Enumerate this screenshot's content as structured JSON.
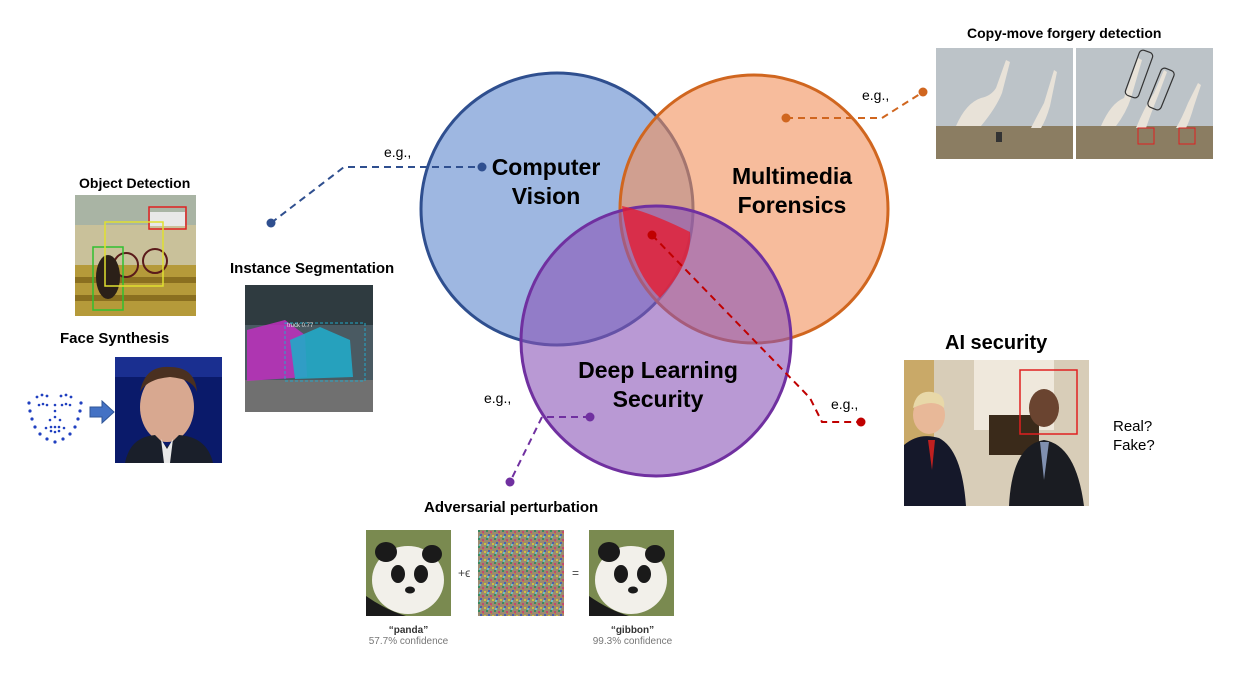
{
  "colors": {
    "computer_vision": "#4f7cc8",
    "multimedia_forensics": "#f2905a",
    "deep_learning_security": "#8a55b8",
    "cv_border": "#2f4f8f",
    "mf_border": "#d0661f",
    "dls_border": "#7030a0",
    "ai_security_line": "#c00000"
  },
  "venn": {
    "computer_vision": [
      "Computer",
      "Vision"
    ],
    "multimedia_forensics": [
      "Multimedia",
      "Forensics"
    ],
    "deep_learning_security": [
      "Deep Learning",
      "Security"
    ]
  },
  "eg_label": "e.g.,",
  "examples": {
    "object_detection": "Object Detection",
    "instance_segmentation": "Instance Segmentation",
    "face_synthesis": "Face Synthesis",
    "copy_move": "Copy-move forgery detection",
    "adversarial": "Adversarial perturbation",
    "ai_security": "AI security"
  },
  "ai_security_question": [
    "Real?",
    "Fake?"
  ],
  "adversarial_panel": {
    "plus_epsilon": "+ϵ",
    "equals": "=",
    "left_label": "“panda”",
    "left_confidence": "57.7% confidence",
    "right_label": "“gibbon”",
    "right_confidence": "99.3% confidence"
  },
  "instance_seg_tag": "truck 0.77",
  "icons": [
    "face-landmarks-icon",
    "arrow-right-icon"
  ]
}
